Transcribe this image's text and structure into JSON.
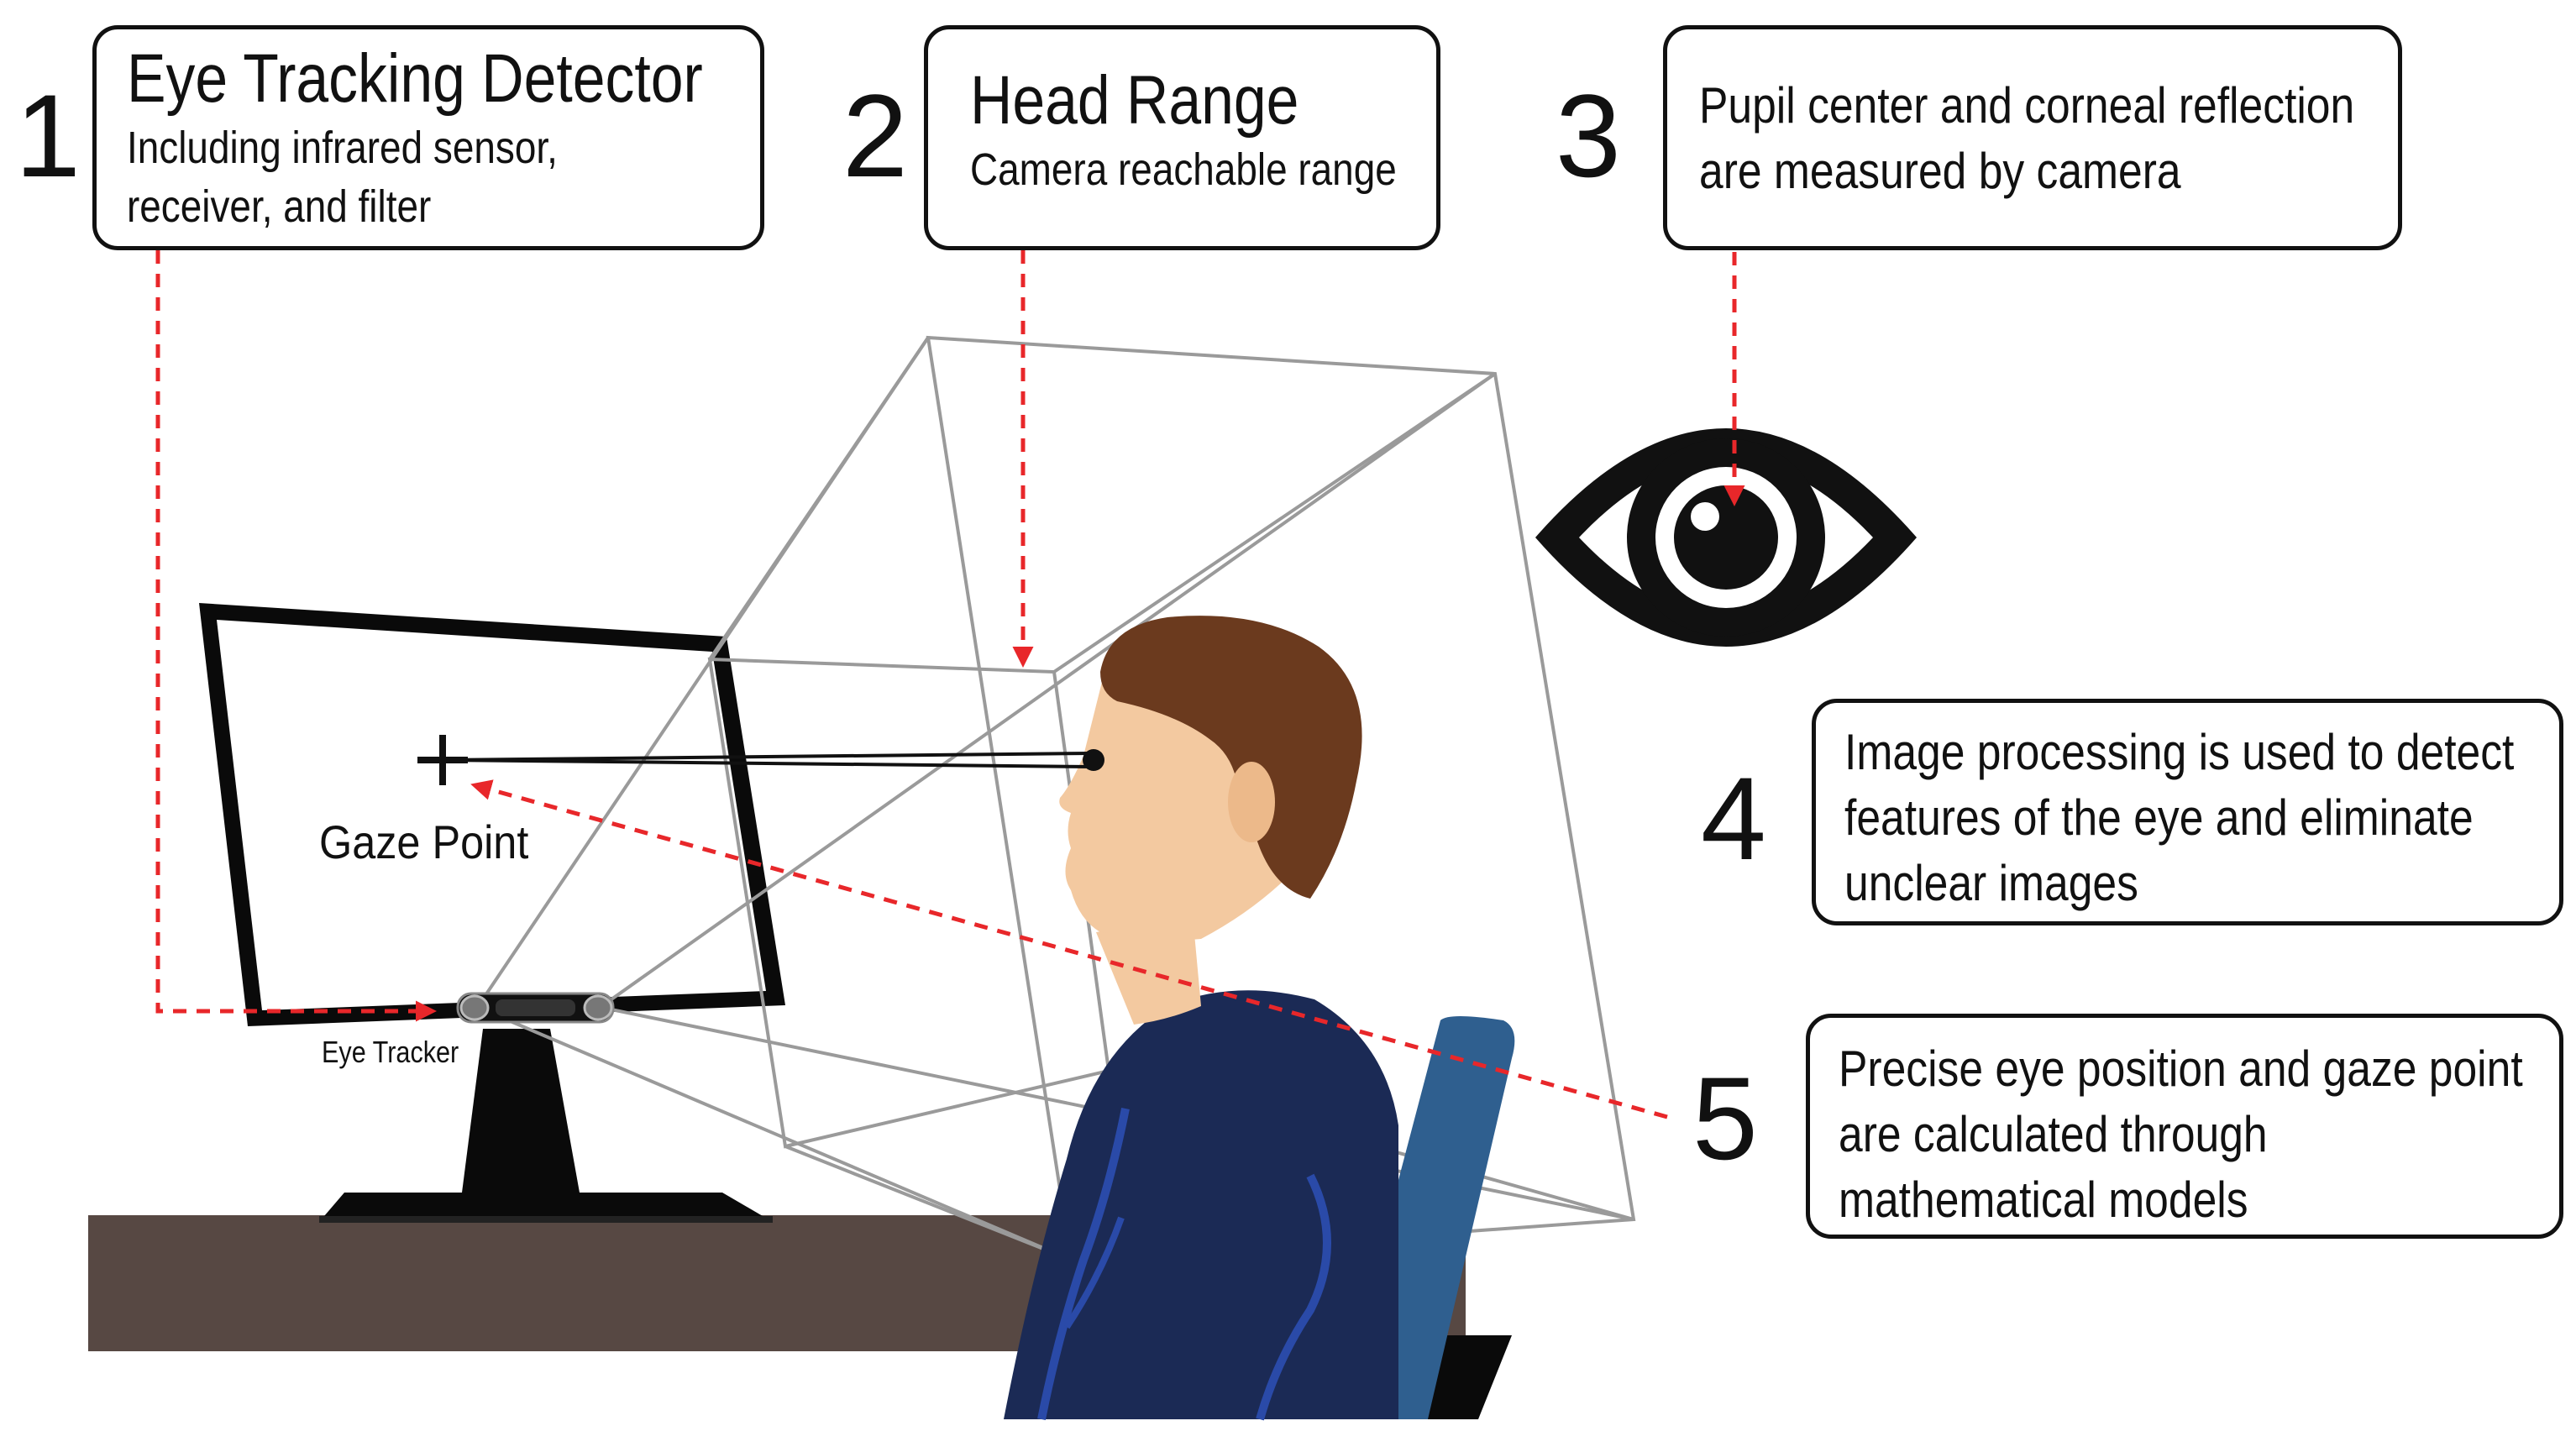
{
  "steps": [
    {
      "number": "1",
      "title": "Eye Tracking Detector",
      "lines": [
        "Including infrared sensor,",
        "receiver, and filter"
      ]
    },
    {
      "number": "2",
      "title": "Head Range",
      "lines": [
        "Camera reachable range"
      ]
    },
    {
      "number": "3",
      "lines": [
        "Pupil center and corneal reflection",
        "are measured by camera"
      ]
    },
    {
      "number": "4",
      "lines": [
        "Image processing is used to detect",
        "features of the eye and eliminate",
        "unclear images"
      ]
    },
    {
      "number": "5",
      "lines": [
        "Precise eye position and gaze point",
        "are calculated through",
        "mathematical models"
      ]
    }
  ],
  "labels": {
    "gaze_point": "Gaze Point",
    "eye_tracker": "Eye Tracker"
  },
  "colors": {
    "arrow": "#e8272a",
    "outline": "#111111",
    "desk": "#574843",
    "hair": "#6b3a1e",
    "skin": "#f3c9a0",
    "shirt": "#1b2a55",
    "shirt_highlight": "#2a4aa8",
    "chair": "#2f5f8f",
    "box_lines": "#9a9a9a",
    "screen_frame": "#0a0a0a"
  },
  "icons": [
    "eye-icon",
    "crosshair-icon"
  ]
}
